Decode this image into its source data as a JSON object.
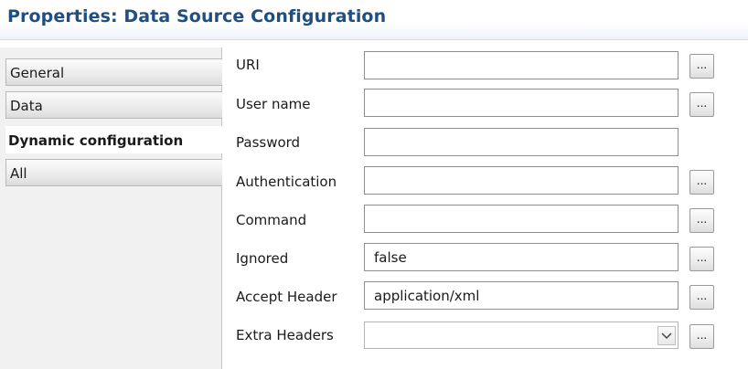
{
  "window": {
    "title": "Properties: Data Source Configuration"
  },
  "sidebar": {
    "tabs": [
      {
        "label": "General",
        "selected": false
      },
      {
        "label": "Data",
        "selected": false
      },
      {
        "label": "Dynamic configuration",
        "selected": true
      },
      {
        "label": "All",
        "selected": false
      }
    ]
  },
  "form": {
    "browse_label": "...",
    "dropdown_arrow_icon": "chevron-down-icon",
    "fields": [
      {
        "label": "URI",
        "value": "",
        "has_browse": true
      },
      {
        "label": "User name",
        "value": "",
        "has_browse": true
      },
      {
        "label": "Password",
        "value": "",
        "has_browse": false
      },
      {
        "label": "Authentication",
        "value": "",
        "has_browse": true
      },
      {
        "label": "Command",
        "value": "",
        "has_browse": true
      },
      {
        "label": "Ignored",
        "value": "false",
        "has_browse": true
      },
      {
        "label": "Accept Header",
        "value": "application/xml",
        "has_browse": true
      },
      {
        "label": "Extra Headers",
        "value": "",
        "type": "combo",
        "has_browse": true
      }
    ]
  }
}
